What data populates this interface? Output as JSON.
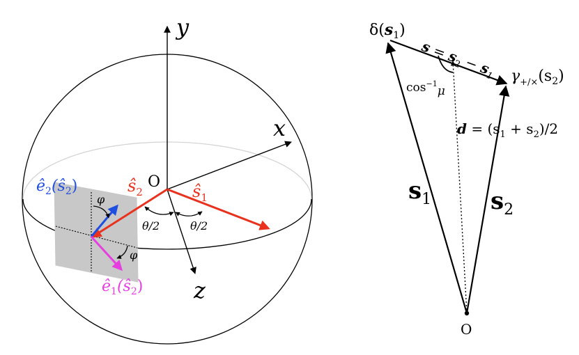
{
  "colors": {
    "ink": "#000000",
    "red": "#e8321e",
    "blue": "#1f4fe0",
    "magenta": "#e63fe0",
    "plane": "#c8c8c8",
    "equator_back": "#d2d2d2"
  },
  "left": {
    "axis_y": "y",
    "axis_x": "x",
    "axis_z": "z",
    "origin": "O",
    "s1_label": "ŝ",
    "s1_sub": "1",
    "s2_label": "ŝ",
    "s2_sub": "2",
    "half_angle_left": "θ/2",
    "half_angle_right": "θ/2",
    "phi_top": "φ",
    "phi_bottom": "φ",
    "e2_main": "ê",
    "e2_sub": "2",
    "e2_arg": "(ŝ",
    "e2_arg_sub": "2",
    "e2_close": ")",
    "e1_main": "ê",
    "e1_sub": "1",
    "e1_arg": "(ŝ",
    "e1_arg_sub": "2",
    "e1_close": ")"
  },
  "right": {
    "delta": "δ(",
    "delta_s": "s",
    "delta_sub": "1",
    "delta_close": ")",
    "sep_s": "s",
    "sep_eq": " = ",
    "sep_s2": "s",
    "sep_s2_sub": "2",
    "sep_minus": " − ",
    "sep_s1": "s",
    "sep_s1_sub": "1",
    "gamma": "γ",
    "gamma_sub": "+/×",
    "gamma_arg": "(s",
    "gamma_arg_sub": "2",
    "gamma_close": ")",
    "cos_main": "cos",
    "cos_sup": "−1",
    "cos_mu": "μ",
    "d_main": "d",
    "d_eq": " = (s",
    "d_sub1": "1",
    "d_plus": " + s",
    "d_sub2": "2",
    "d_close": ")/2",
    "s1_main": "s",
    "s1_sub": "1",
    "s2_main": "s",
    "s2_sub": "2",
    "origin": "O"
  }
}
